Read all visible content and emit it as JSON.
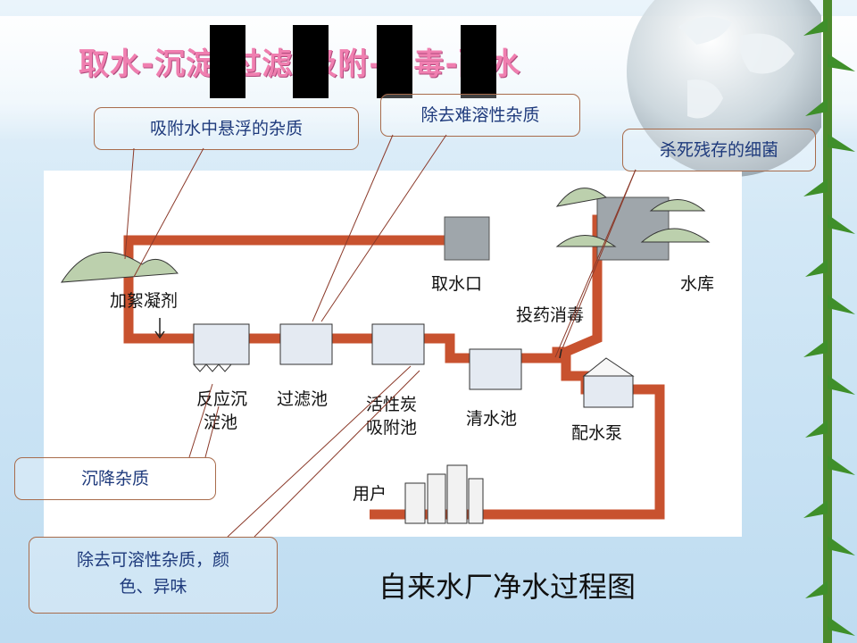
{
  "title": "取水-沉淀-过滤-吸附-消毒-配水",
  "caption": "自来水厂净水过程图",
  "notes": {
    "adsorb": "吸附水中悬浮的杂质",
    "insoluble": "除去难溶性杂质",
    "kill": "杀死残存的细菌",
    "settle": "沉降杂质",
    "soluble_line1": "除去可溶性杂质，颜",
    "soluble_line2": "色、异味"
  },
  "labels": {
    "intake": "取水口",
    "reservoir": "水库",
    "coagulant": "加絮凝剂",
    "disinfect": "投药消毒",
    "reaction_line1": "反应沉",
    "reaction_line2": "淀池",
    "filter": "过滤池",
    "carbon_line1": "活性炭",
    "carbon_line2": "吸附池",
    "clear": "清水池",
    "pump": "配水泵",
    "users": "用户"
  }
}
